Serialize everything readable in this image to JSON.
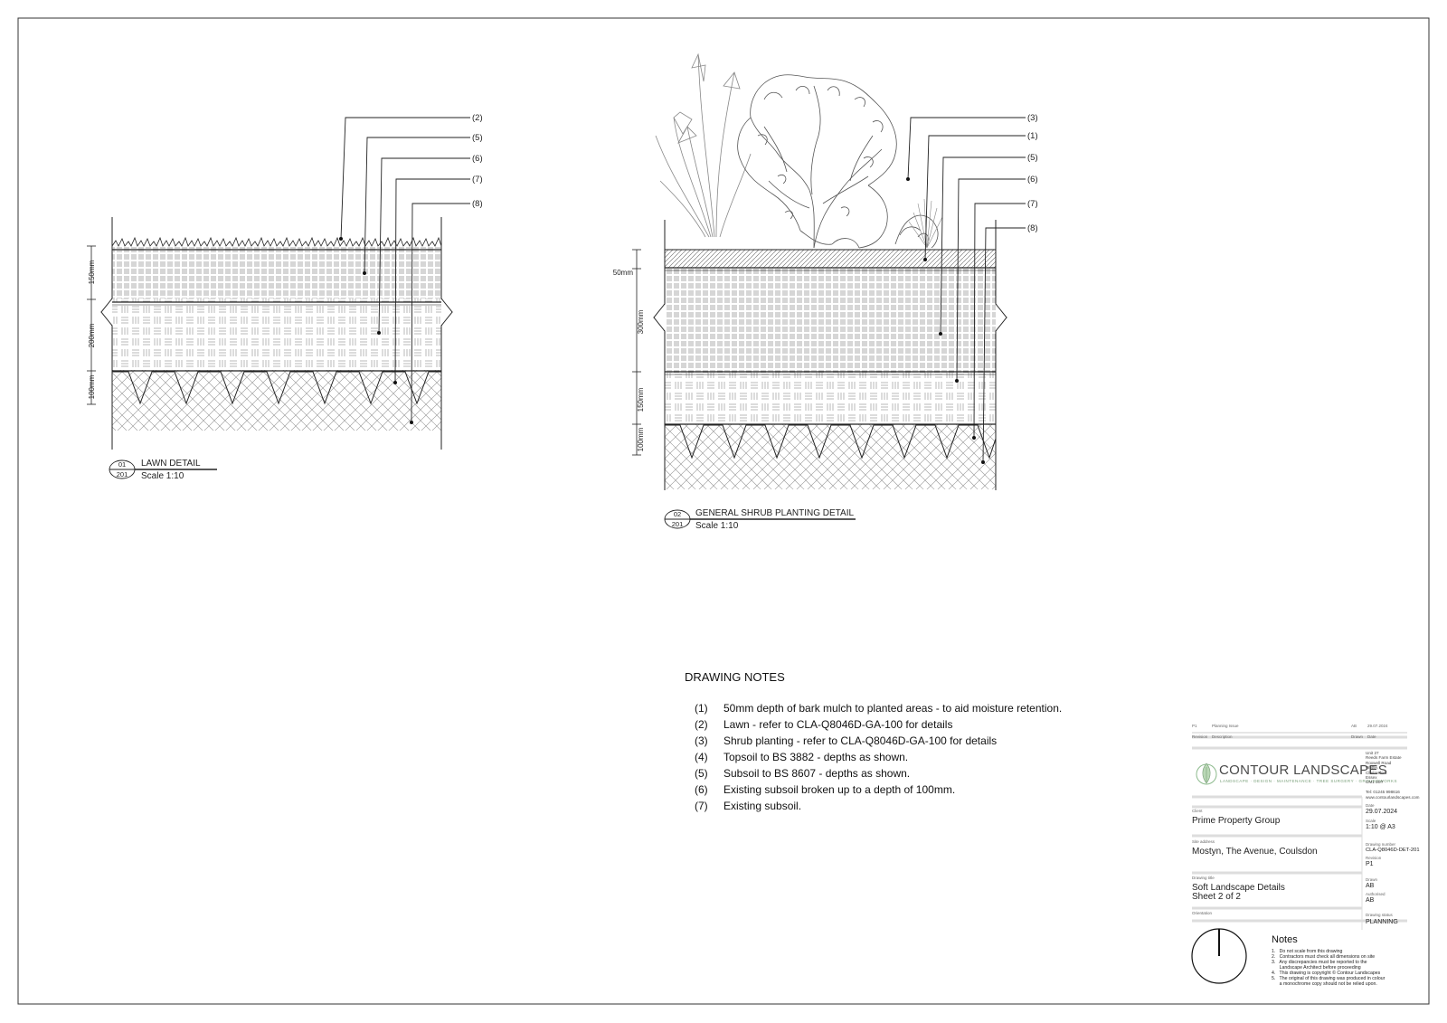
{
  "details": [
    {
      "number": "01",
      "sheet": "201",
      "title": "LAWN DETAIL",
      "scale": "Scale 1:10",
      "dimensions": [
        "150mm",
        "200mm",
        "100mm"
      ],
      "callouts": [
        "(2)",
        "(5)",
        "(6)",
        "(7)",
        "(8)"
      ]
    },
    {
      "number": "02",
      "sheet": "201",
      "title": "GENERAL SHRUB PLANTING DETAIL",
      "scale": "Scale 1:10",
      "dimensions": [
        "50mm",
        "300mm",
        "150mm",
        "100mm"
      ],
      "callouts": [
        "(3)",
        "(1)",
        "(5)",
        "(6)",
        "(7)",
        "(8)"
      ]
    }
  ],
  "drawing_notes": {
    "title": "DRAWING NOTES",
    "items": [
      {
        "num": "(1)",
        "text": "50mm depth of bark mulch to planted areas - to aid moisture retention."
      },
      {
        "num": "(2)",
        "text": "Lawn - refer to CLA-Q8046D-GA-100 for details"
      },
      {
        "num": "(3)",
        "text": "Shrub planting - refer to CLA-Q8046D-GA-100 for details"
      },
      {
        "num": "(4)",
        "text": "Topsoil to BS 3882 - depths as shown."
      },
      {
        "num": "(5)",
        "text": "Subsoil to BS 8607 - depths as shown."
      },
      {
        "num": "(6)",
        "text": "Existing subsoil broken up to a depth of 100mm."
      },
      {
        "num": "(7)",
        "text": "Existing subsoil."
      }
    ]
  },
  "title_block": {
    "revision_row": {
      "rev": "P1",
      "description": "Planning Issue",
      "drawn": "AB",
      "date": "29.07.2024"
    },
    "revision_headers": {
      "rev": "Revision",
      "description": "Description",
      "drawn": "Drawn",
      "date": "Date"
    },
    "company": "CONTOUR LANDSCAPES",
    "company_tagline": "LANDSCAPE · DESIGN · MAINTENANCE · TREE SURGERY · GROUNDWORKS",
    "address": "Unit 27\nReeds Farm Estate\nRoxwell Road\nWrittle,\nChelmsford\nEssex\nCM1 3ST",
    "phone": "Tel: 01245 998616",
    "web": "www.contourlandscapes.com",
    "client_label": "Client",
    "client": "Prime Property Group",
    "date_label": "Date",
    "date": "29.07.2024",
    "scale_label": "Scale",
    "scale": "1:10 @ A3",
    "site_label": "Site address",
    "site": "Mostyn, The Avenue, Coulsdon",
    "drawing_number_label": "Drawing number",
    "drawing_number": "CLA-Q8046D-DET-201",
    "revision_label": "Revision",
    "revision": "P1",
    "drawing_title_label": "Drawing title",
    "drawing_title_1": "Soft Landscape Details",
    "drawing_title_2": "Sheet 2 of 2",
    "drawn_label": "Drawn",
    "drawn": "AB",
    "authorised_label": "Authorised",
    "authorised": "AB",
    "orientation_label": "Orientation",
    "status_label": "Drawing status",
    "status": "PLANNING",
    "notes_title": "Notes",
    "notes": [
      "1.   Do not scale from this drawing",
      "2.   Contractors must check all dimensions on site",
      "3.   Any discrepancies must be reported to the",
      "      Landscape Architect before proceeding",
      "4.   This drawing is copyright © Contour Landscapes",
      "5.   The original of this drawing was produced in colour",
      "      a monochrome copy should not be relied upon."
    ]
  }
}
